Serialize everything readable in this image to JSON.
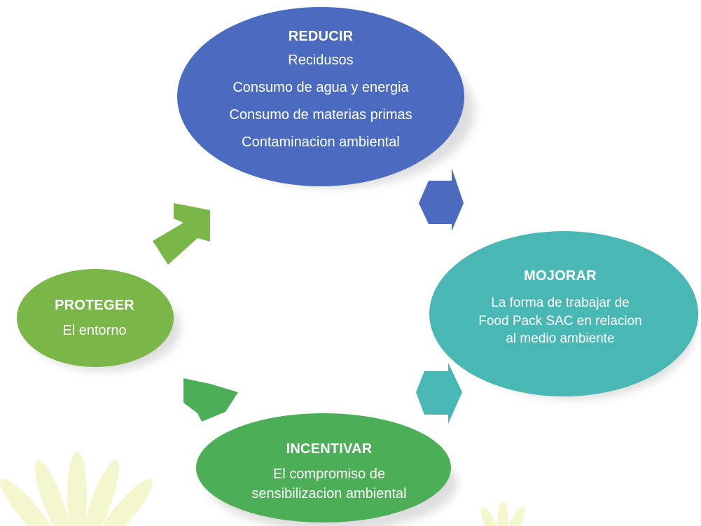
{
  "nodes": {
    "reducir": {
      "title": "REDUCIR",
      "lines": [
        "Recidusos",
        "Consumo  de agua y energia",
        "Consumo  de materias primas",
        "Contaminacion  ambiental"
      ],
      "color": "#4a6bbf"
    },
    "mejorar": {
      "title": "MOJORAR",
      "lines": [
        "La forma de trabajar de",
        "Food  Pack SAC en relacion",
        "al medio ambiente"
      ],
      "color": "#49b8b5"
    },
    "incentivar": {
      "title": "INCENTIVAR",
      "lines": [
        "El compromiso  de",
        "sensibilizacion  ambiental"
      ],
      "color": "#4caf57"
    },
    "proteger": {
      "title": "PROTEGER",
      "lines": [
        "El entorno"
      ],
      "color": "#7ab648"
    }
  },
  "arrows": {
    "reducir_to_mejorar": {
      "color": "#4a6bbf"
    },
    "mejorar_to_incentivar": {
      "color": "#49b8b5"
    },
    "incentivar_to_proteger": {
      "color": "#4caf57"
    },
    "proteger_to_reducir": {
      "color": "#7ab648"
    }
  },
  "decoration": {
    "watermark_color": "#f3f7c9"
  }
}
